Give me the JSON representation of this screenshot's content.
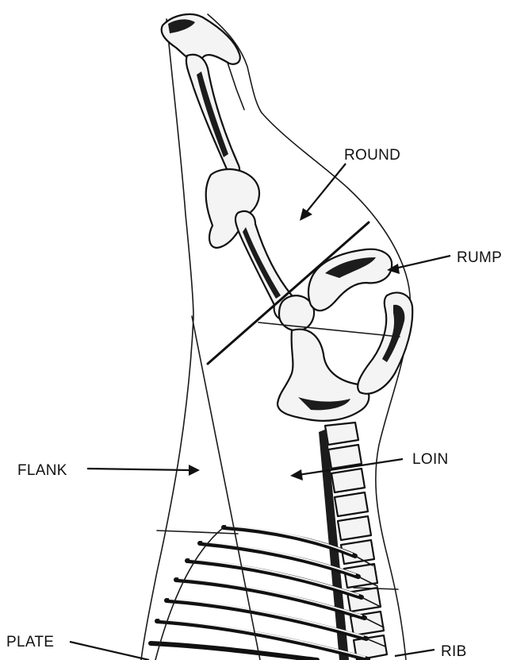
{
  "diagram": {
    "labels": {
      "round": "ROUND",
      "rump": "RUMP",
      "loin": "LOIN",
      "flank": "FLANK",
      "plate": "PLATE",
      "rib": "RIB"
    }
  }
}
